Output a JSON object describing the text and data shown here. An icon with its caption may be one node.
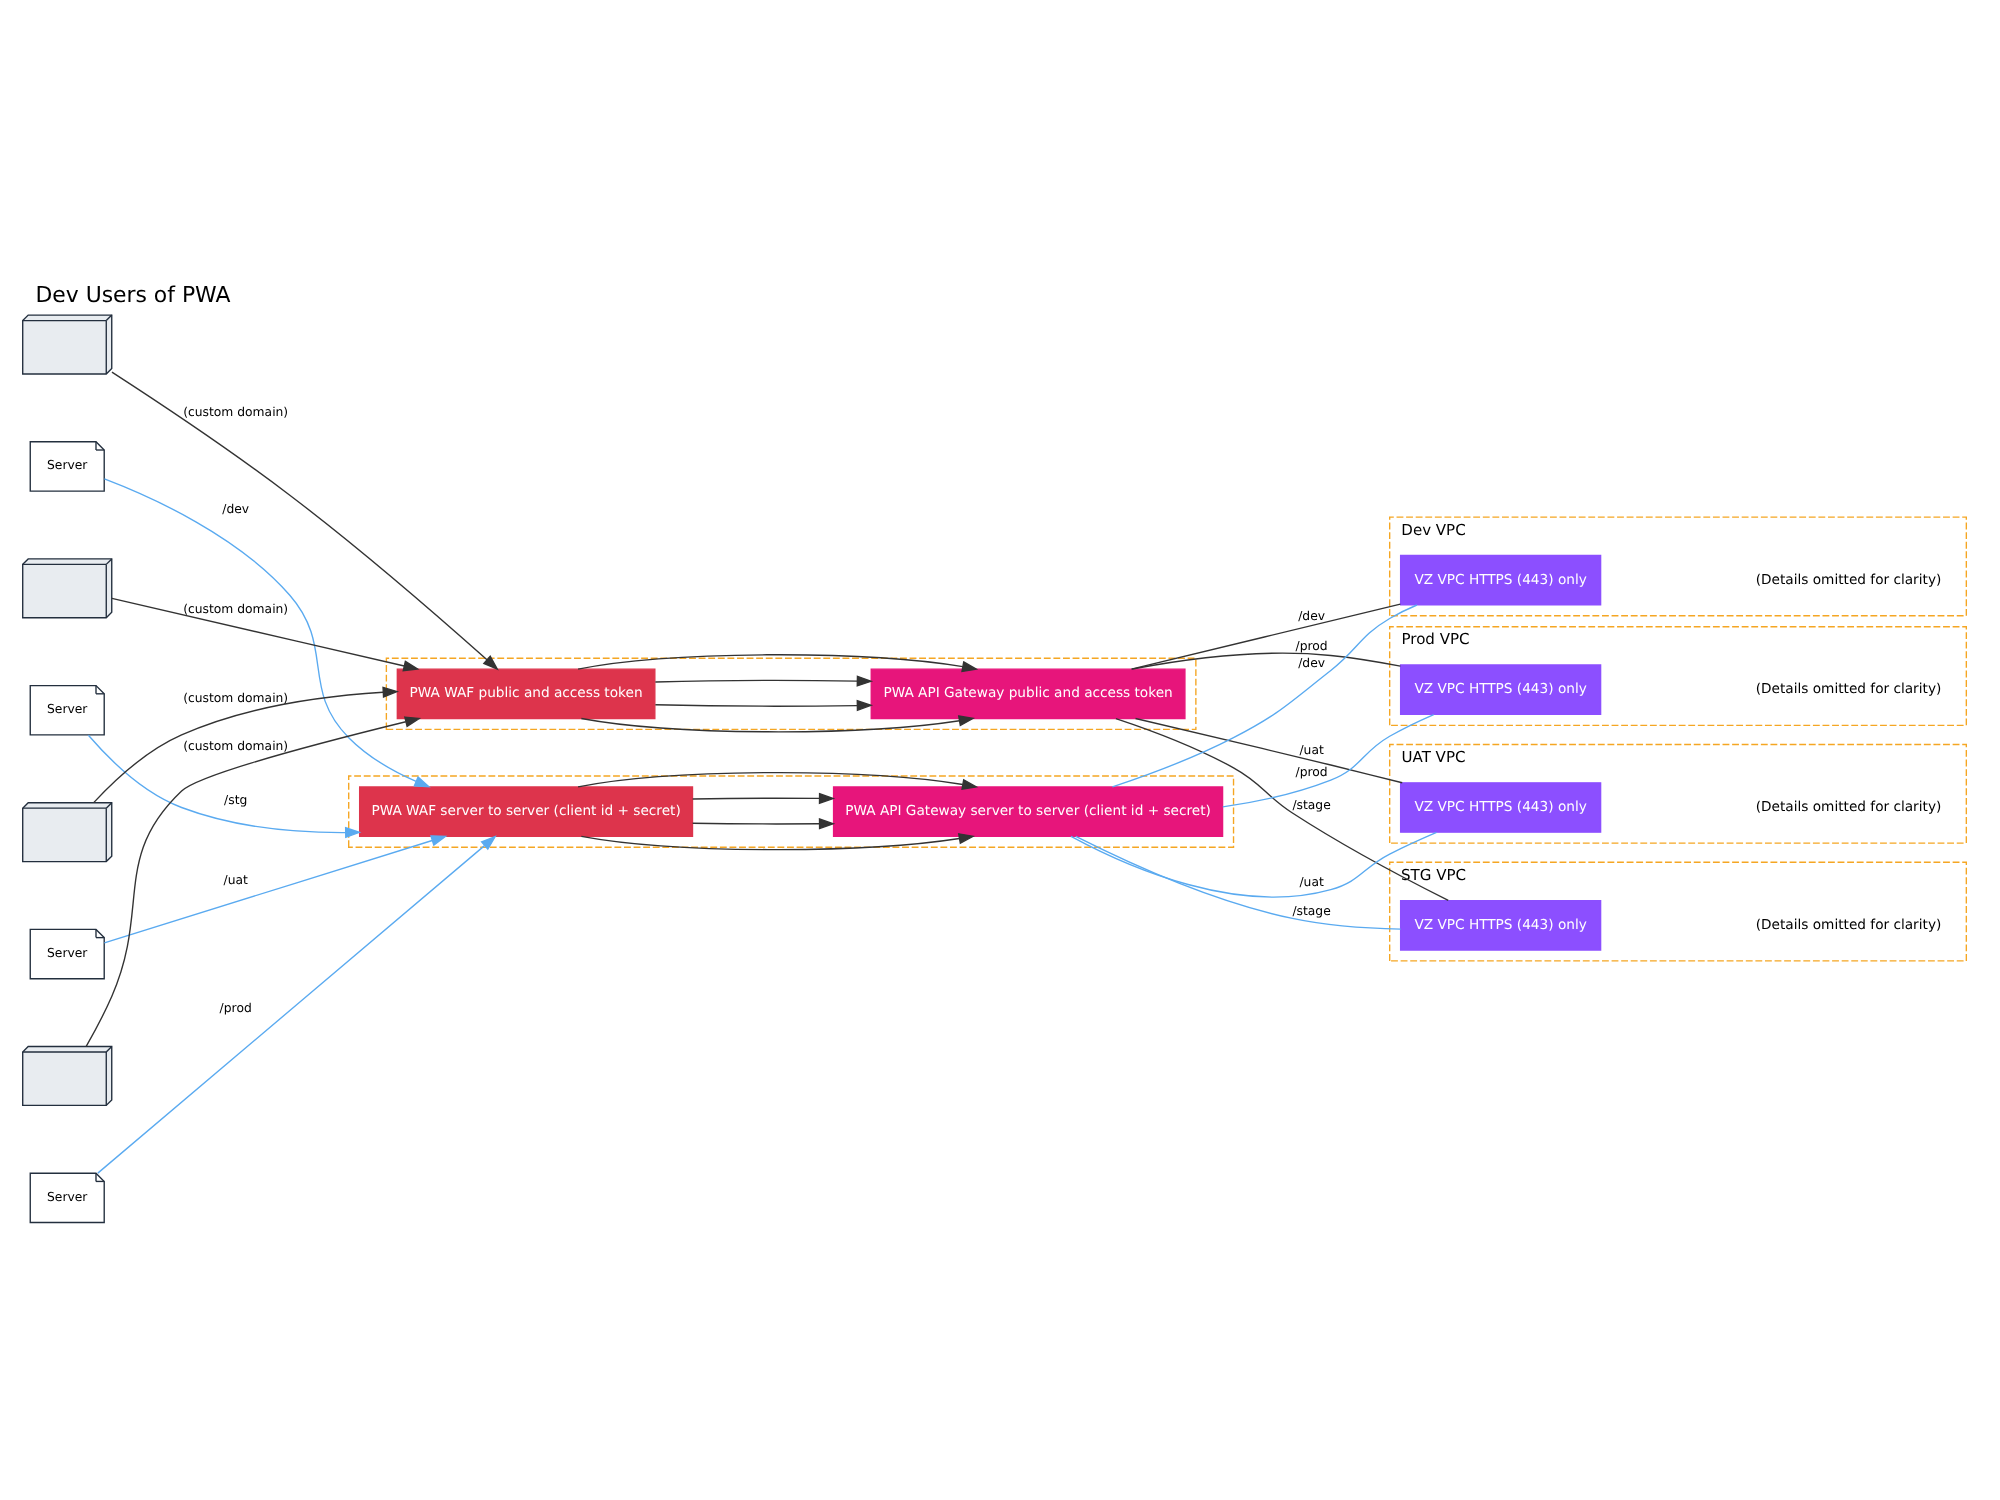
{
  "diagram": {
    "title": "Dev Users of PWA",
    "nodes": [
      {
        "text": [],
        "shape": "computer"
      },
      {
        "text": [
          "Server"
        ]
      },
      {
        "text": [],
        "shape": "computer"
      },
      {
        "text": [
          "Server"
        ]
      },
      {
        "text": [],
        "shape": "computer"
      },
      {
        "text": [
          "Server"
        ]
      },
      {
        "text": [],
        "shape": "computer"
      },
      {
        "text": [
          "Server"
        ]
      },
      {
        "text": [],
        "shape": "box"
      },
      {
        "text": [
          "PWA WAF public and access token"
        ],
        "in": 8
      },
      {
        "text": [
          "PWA API Gateway public and access token"
        ],
        "in": 8
      },
      {
        "text": [],
        "shape": "box"
      },
      {
        "text": [
          "PWA WAF server to server (client id + secret)"
        ],
        "in": 11
      },
      {
        "text": [
          "PWA API Gateway server to server (client id + secret)"
        ],
        "in": 11
      },
      {
        "text": [
          "Dev VPC"
        ]
      },
      {
        "text": [
          "VZ VPC HTTPS (443) only"
        ],
        "in": 14
      },
      {
        "text": [
          "STG VPC"
        ]
      },
      {
        "text": [
          "VZ VPC HTTPS (443) only"
        ],
        "in": 16
      },
      {
        "text": [
          "UAT VPC"
        ]
      },
      {
        "text": [
          "VZ VPC HTTPS (443) only"
        ],
        "in": 18
      },
      {
        "text": [
          "Prod VPC"
        ]
      },
      {
        "text": [
          "VZ VPC HTTPS (443) only"
        ],
        "in": 20
      }
    ],
    "edges": [
      {
        "from": 0,
        "to": 9,
        "arrow": "to",
        "label": "(custom domain)"
      },
      {
        "from": 2,
        "to": 9,
        "arrow": "to",
        "label": "(custom domain)"
      },
      {
        "from": 4,
        "to": 9,
        "arrow": "to",
        "label": "(custom domain)"
      },
      {
        "from": 6,
        "to": 9,
        "arrow": "to",
        "label": "(custom domain)"
      },
      {
        "from": 1,
        "to": 12,
        "arrow": "to",
        "label": "/dev",
        "color": "#5aaaf0"
      },
      {
        "from": 3,
        "to": 12,
        "arrow": "to",
        "label": "/stg",
        "color": "#5aaaf0"
      },
      {
        "from": 5,
        "to": 12,
        "arrow": "to",
        "label": "/uat",
        "color": "#5aaaf0"
      },
      {
        "from": 7,
        "to": 12,
        "arrow": "to",
        "label": "/prod",
        "color": "#5aaaf0"
      },
      {
        "from": 9,
        "to": 10,
        "arrow": "to"
      },
      {
        "from": 9,
        "to": 10,
        "arrow": "to"
      },
      {
        "from": 9,
        "to": 10,
        "arrow": "to"
      },
      {
        "from": 9,
        "to": 10,
        "arrow": "to"
      },
      {
        "from": 12,
        "to": 13,
        "arrow": "to"
      },
      {
        "from": 12,
        "to": 13,
        "arrow": "to"
      },
      {
        "from": 12,
        "to": 13,
        "arrow": "to"
      },
      {
        "from": 12,
        "to": 13,
        "arrow": "to"
      },
      {
        "from": 10,
        "to": 15,
        "arrow": "none",
        "label": "/dev"
      },
      {
        "from": 10,
        "to": 17,
        "arrow": "none",
        "label": "/stage"
      },
      {
        "from": 10,
        "to": 19,
        "arrow": "none",
        "label": "/uat"
      },
      {
        "from": 10,
        "to": 21,
        "arrow": "none",
        "label": "/prod"
      },
      {
        "from": 13,
        "to": 15,
        "arrow": "none",
        "label": "/dev",
        "color": "#5aaaf0"
      },
      {
        "from": 13,
        "to": 17,
        "arrow": "none",
        "label": "/stage",
        "color": "#5aaaf0"
      },
      {
        "from": 13,
        "to": 19,
        "arrow": "none",
        "label": "/uat",
        "color": "#5aaaf0"
      },
      {
        "from": 13,
        "to": 21,
        "arrow": "none",
        "label": "/prod",
        "color": "#5aaaf0"
      }
    ],
    "labels": [
      "(Details omitted for clarity)",
      "(Details omitted for clarity)",
      "(Details omitted for clarity)",
      "(Details omitted for clarity)"
    ]
  }
}
